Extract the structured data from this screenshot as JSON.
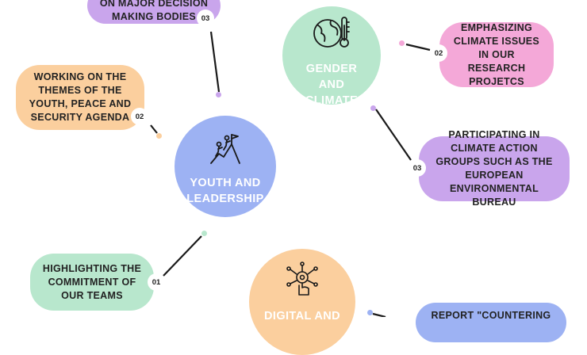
{
  "colors": {
    "purple": "#c9a5ec",
    "pink": "#f4a8d8",
    "orange": "#fbcf9e",
    "mint": "#b8e7cd",
    "blue": "#9db2f3",
    "line": "#1a1a1a"
  },
  "hubs": {
    "youth": {
      "label": "YOUTH AND LEADERSHIP",
      "icon": "mountain-climbers-icon"
    },
    "gender": {
      "label": "GENDER AND CLIMATE",
      "icon": "globe-thermometer-icon"
    },
    "digital": {
      "label": "DIGITAL AND",
      "icon": "tech-hand-icon"
    }
  },
  "items": {
    "decision": {
      "text": "ON MAJOR DECISION MAKING BODIES",
      "number": "03"
    },
    "peace": {
      "text": "WORKING ON THE THEMES OF THE YOUTH, PEACE AND SECURITY AGENDA",
      "number": "02"
    },
    "commitment": {
      "text": "HIGHLIGHTING THE COMMITMENT OF OUR TEAMS",
      "number": "01"
    },
    "research": {
      "text": "EMPHASIZING CLIMATE ISSUES IN OUR RESEARCH PROJETCS",
      "number": "02"
    },
    "actiongroups": {
      "text": "PARTICIPATING IN CLIMATE ACTION GROUPS SUCH AS THE EUROPEAN ENVIRONMENTAL BUREAU",
      "number": "03"
    },
    "report": {
      "text": "REPORT \"COUNTERING"
    }
  }
}
